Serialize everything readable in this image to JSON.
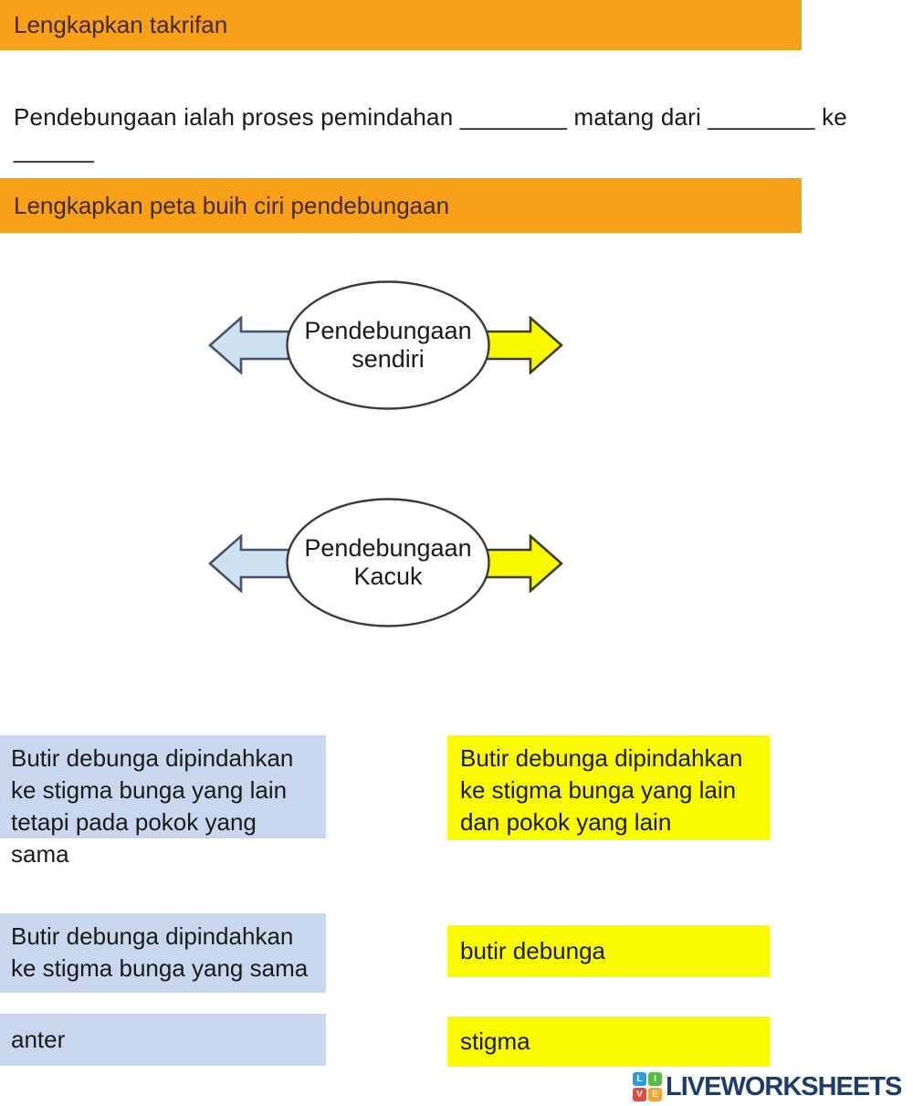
{
  "colors": {
    "orange": "#F7A11A",
    "header_text": "#44280A",
    "body_text": "#1A1A1A",
    "blue_card": "#C9D7EE",
    "yellow_card": "#FAFA00",
    "arrow_blue_fill": "#CFE0F0",
    "arrow_blue_border": "#44536B",
    "arrow_yellow_fill": "#F8F800",
    "arrow_yellow_border": "#3C3C1E",
    "ellipse_border": "#3A3A3A",
    "brand_navy": "#1D3C6E"
  },
  "task1": {
    "title": "Lengkapkan takrifan",
    "sentence": "Pendebungaan ialah proses pemindahan ________ matang dari ________ ke ______"
  },
  "task2": {
    "title": "Lengkapkan peta buih ciri pendebungaan"
  },
  "bubble_map": {
    "nodes": [
      {
        "line1": "Pendebungaan",
        "line2": "sendiri"
      },
      {
        "line1": "Pendebungaan",
        "line2": "Kacuk"
      }
    ]
  },
  "cards": {
    "blue": [
      {
        "text": "Butir debunga dipindahkan ke stigma bunga yang lain tetapi pada pokok yang sama"
      },
      {
        "text": "Butir debunga dipindahkan ke stigma bunga yang sama"
      },
      {
        "text": "anter"
      }
    ],
    "yellow": [
      {
        "text": "Butir debunga dipindahkan ke stigma bunga yang lain dan pokok yang lain"
      },
      {
        "text": "butir debunga"
      },
      {
        "text": "stigma"
      }
    ]
  },
  "footer": {
    "brand": "LIVEWORKSHEETS",
    "logo_tiles": [
      {
        "letter": "L",
        "color": "#2E9BE0"
      },
      {
        "letter": "I",
        "color": "#58B947"
      },
      {
        "letter": "V",
        "color": "#E8483F"
      },
      {
        "letter": "E",
        "color": "#F5A623"
      }
    ]
  }
}
